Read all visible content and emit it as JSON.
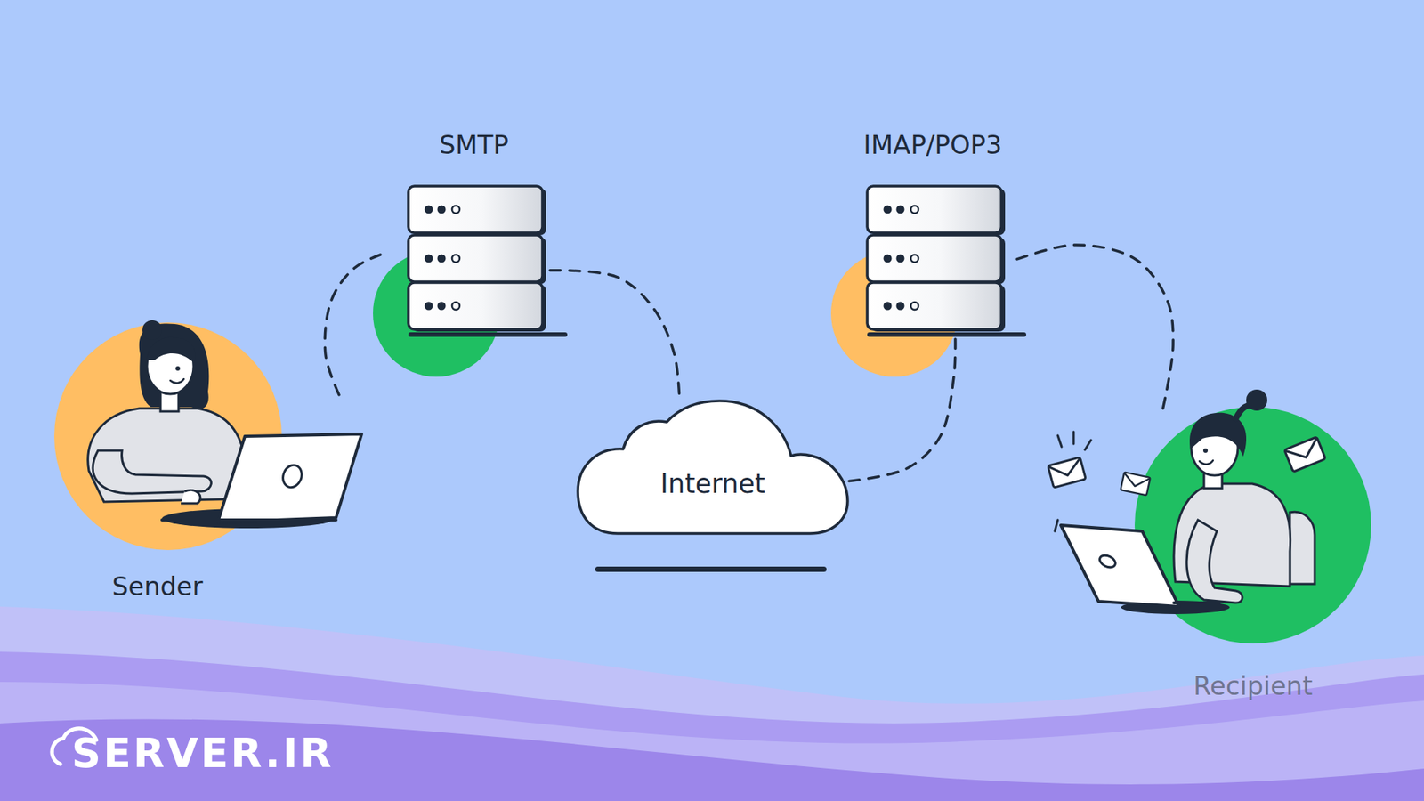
{
  "diagram": {
    "nodes": [
      {
        "text": [
          "Sender"
        ]
      },
      {
        "text": [
          "SMTP"
        ]
      },
      {
        "text": [
          "Internet"
        ]
      },
      {
        "text": [
          "IMAP/POP3"
        ]
      },
      {
        "text": [
          "Recipient"
        ]
      }
    ],
    "edges": [
      {
        "from": 0,
        "to": 1,
        "arrow": "none"
      },
      {
        "from": 1,
        "to": 2,
        "arrow": "none"
      },
      {
        "from": 2,
        "to": 3,
        "arrow": "none"
      },
      {
        "from": 3,
        "to": 4,
        "arrow": "none"
      }
    ],
    "labels": [
      "SERVER.IR"
    ]
  }
}
